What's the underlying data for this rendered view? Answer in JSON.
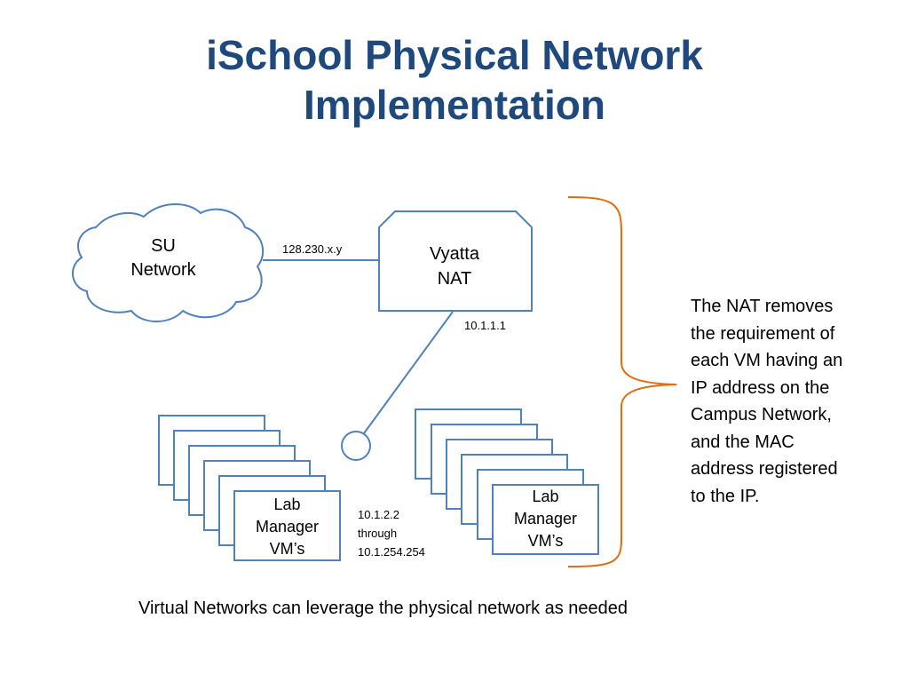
{
  "title": {
    "line1": "iSchool Physical Network",
    "line2": "Implementation"
  },
  "cloud": {
    "line1": "SU",
    "line2": "Network"
  },
  "nat": {
    "line1": "Vyatta",
    "line2": "NAT"
  },
  "links": {
    "public_ip": "128.230.x.y",
    "nat_inside_ip": "10.1.1.1",
    "range_line1": "10.1.2.2",
    "range_line2": "through",
    "range_line3": "10.1.254.254"
  },
  "vm_stack_left": {
    "line1": "Lab",
    "line2": "Manager",
    "line3": "VM’s"
  },
  "vm_stack_right": {
    "line1": "Lab",
    "line2": "Manager",
    "line3": "VM’s"
  },
  "note": {
    "line1": "The NAT removes",
    "line2": "the requirement of",
    "line3": "each VM having an",
    "line4": "IP address on the",
    "line5": "Campus Network,",
    "line6": "and the MAC",
    "line7": "address registered",
    "line8": "to the IP."
  },
  "footer": "Virtual Networks can leverage the physical network as needed",
  "colors": {
    "title": "#1f497d",
    "stroke": "#4f81bd",
    "brace": "#e46c0a"
  }
}
